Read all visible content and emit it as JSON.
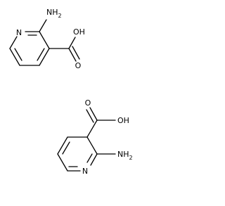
{
  "molecules": [
    {
      "name": "2-aminonicotinic acid (top)",
      "labels": {
        "amino": "NH",
        "amino_sub": "2",
        "ring_n": "N",
        "hydroxyl": "OH",
        "carbonyl": "O"
      }
    },
    {
      "name": "2-aminonicotinic acid (bottom)",
      "labels": {
        "amino": "NH",
        "amino_sub": "2",
        "ring_n": "N",
        "hydroxyl": "OH",
        "carbonyl": "O"
      }
    }
  ],
  "colors": {
    "bond": "#000000",
    "text": "#000000",
    "background": "#ffffff"
  }
}
